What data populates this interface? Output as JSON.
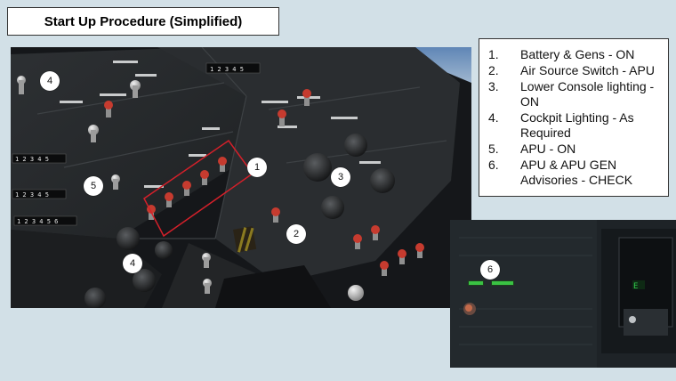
{
  "header": {
    "title": "Start Up Procedure (Simplified)"
  },
  "steps": [
    {
      "num": "1.",
      "text": "Battery & Gens - ON"
    },
    {
      "num": "2.",
      "text": "Air Source Switch - APU"
    },
    {
      "num": "3.",
      "text": "Lower Console lighting - ON"
    },
    {
      "num": "4.",
      "text": "Cockpit Lighting - As Required"
    },
    {
      "num": "5.",
      "text": "APU - ON"
    },
    {
      "num": "6.",
      "text": "APU & APU GEN Advisories - CHECK"
    }
  ],
  "markers": {
    "m1": "1",
    "m2": "2",
    "m3": "3",
    "m4a": "4",
    "m4b": "4",
    "m5": "5",
    "m6": "6"
  },
  "colors": {
    "background": "#d2e0e7",
    "highlight_box": "#d4202a",
    "advisory_green": "#3fd94a"
  }
}
